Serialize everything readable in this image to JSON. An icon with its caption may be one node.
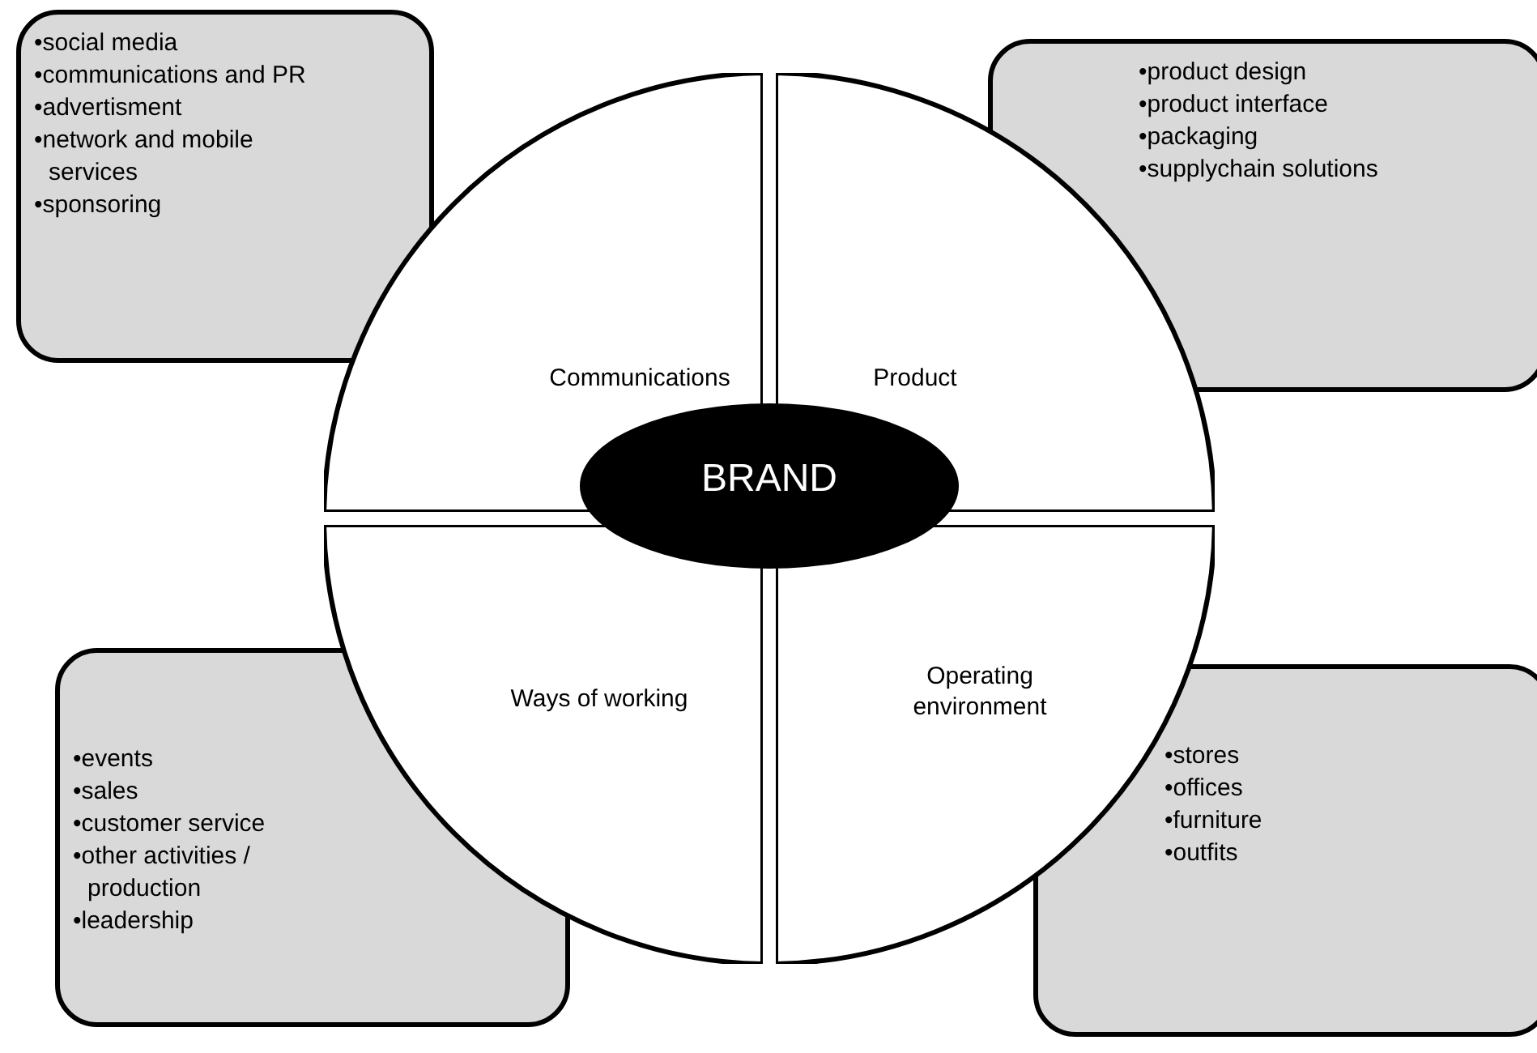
{
  "diagram": {
    "nodes": [
      {
        "text": [
          "•social media",
          "•communications and PR",
          "•advertisment",
          "•network and mobile services",
          "•sponsoring"
        ]
      },
      {
        "text": [
          "•product design",
          "•product interface",
          "•packaging",
          "•supplychain solutions"
        ]
      },
      {
        "text": [
          "Communications"
        ]
      },
      {
        "text": [
          "Product"
        ]
      },
      {
        "text": [
          "BRAND"
        ]
      },
      {
        "text": [
          "Ways of working"
        ]
      },
      {
        "text": [
          "Operating environment"
        ]
      },
      {
        "text": [
          "•events",
          "•sales",
          "•customer service",
          "•other activities / production",
          "•leadership"
        ]
      },
      {
        "text": [
          "•stores",
          "•offices",
          "•furniture",
          "•outfits"
        ]
      }
    ],
    "edges": []
  }
}
